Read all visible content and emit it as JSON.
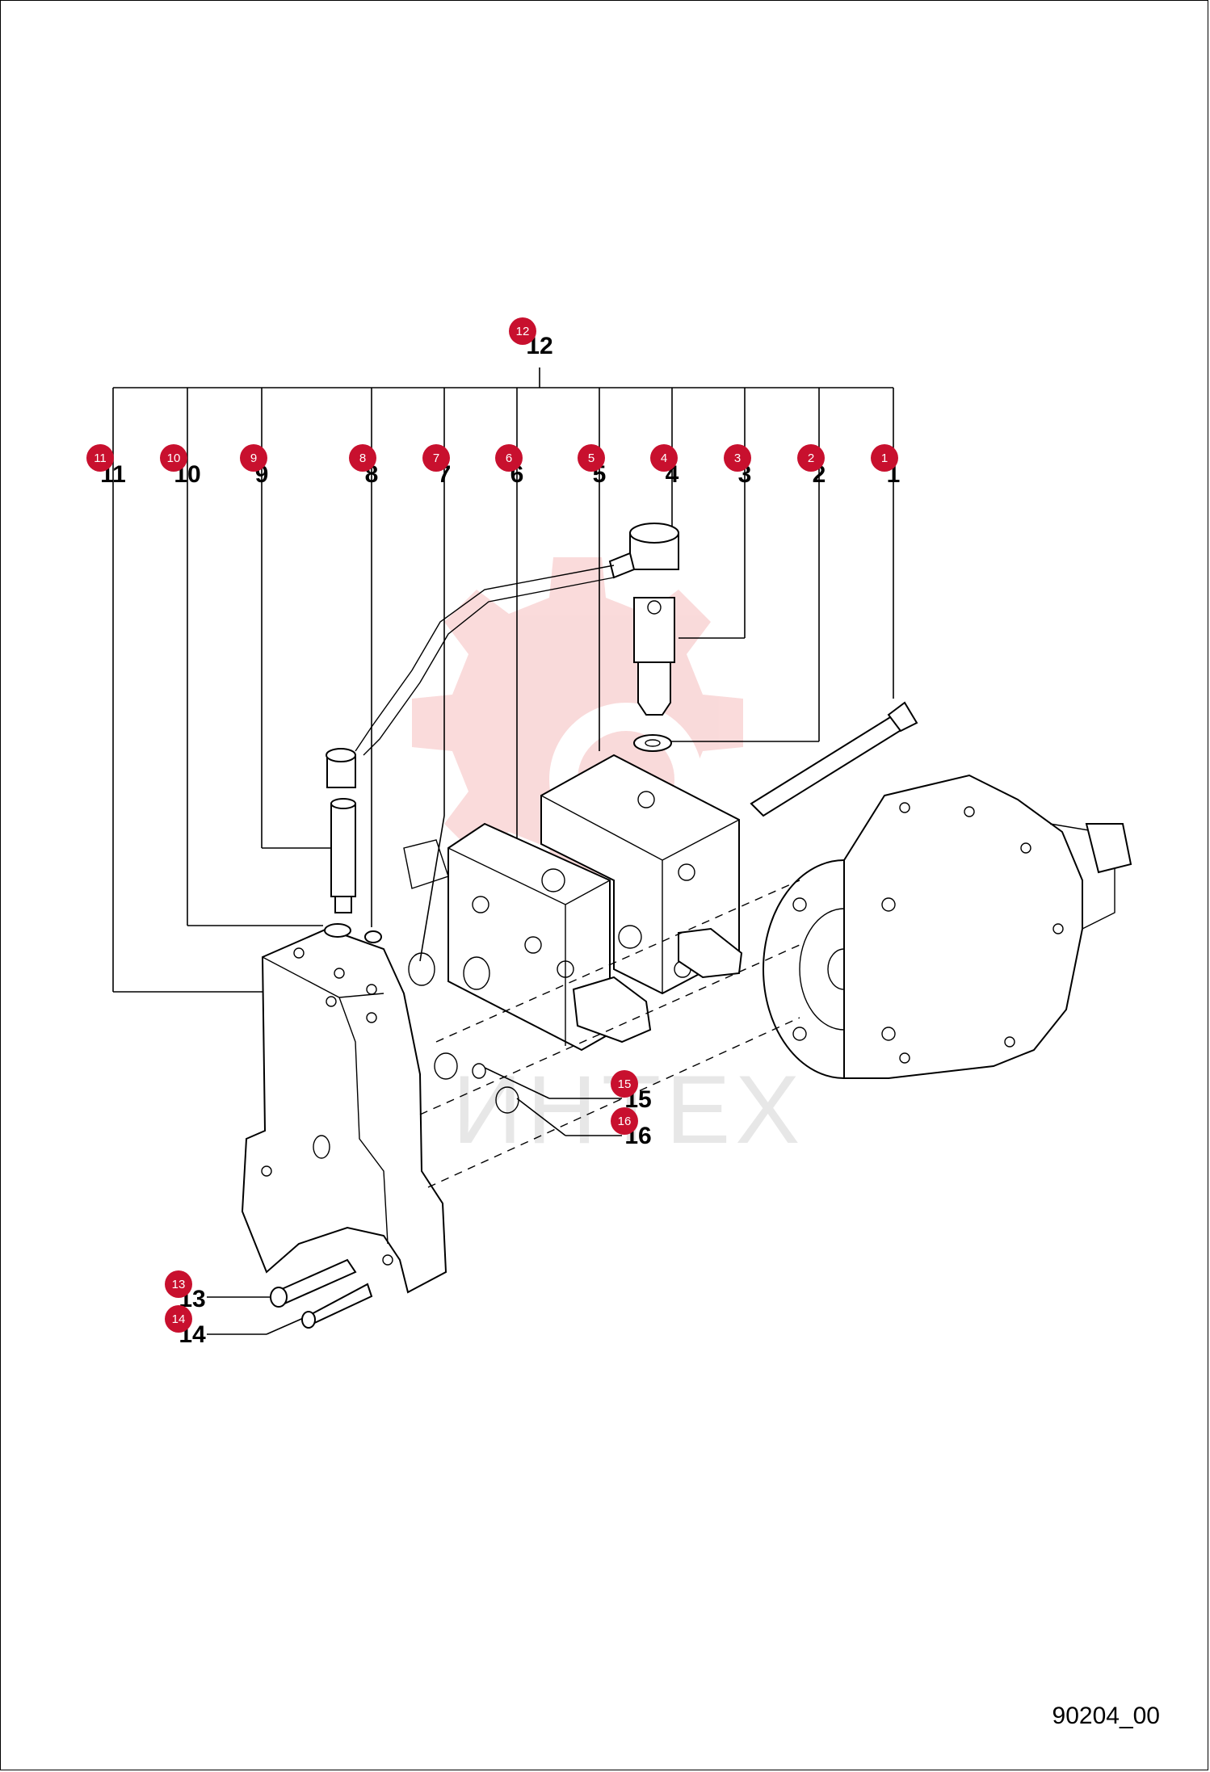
{
  "drawing_code": "90204_00",
  "watermark": "ИНТЕХ",
  "colors": {
    "badge": "#c8102e",
    "watermark": "#e23a3a",
    "line": "#000000"
  },
  "callouts": [
    {
      "id": "1",
      "label": "1",
      "badge": "1"
    },
    {
      "id": "2",
      "label": "2",
      "badge": "2"
    },
    {
      "id": "3",
      "label": "3",
      "badge": "3"
    },
    {
      "id": "4",
      "label": "4",
      "badge": "4"
    },
    {
      "id": "5",
      "label": "5",
      "badge": "5"
    },
    {
      "id": "6",
      "label": "6",
      "badge": "6"
    },
    {
      "id": "7",
      "label": "7",
      "badge": "7"
    },
    {
      "id": "8",
      "label": "8",
      "badge": "8"
    },
    {
      "id": "9",
      "label": "9",
      "badge": "9"
    },
    {
      "id": "10",
      "label": "10",
      "badge": "10"
    },
    {
      "id": "11",
      "label": "11",
      "badge": "11"
    },
    {
      "id": "12",
      "label": "12",
      "badge": "12"
    },
    {
      "id": "13",
      "label": "13",
      "badge": "13"
    },
    {
      "id": "14",
      "label": "14",
      "badge": "14"
    },
    {
      "id": "15",
      "label": "15",
      "badge": "15"
    },
    {
      "id": "16",
      "label": "16",
      "badge": "16"
    }
  ]
}
